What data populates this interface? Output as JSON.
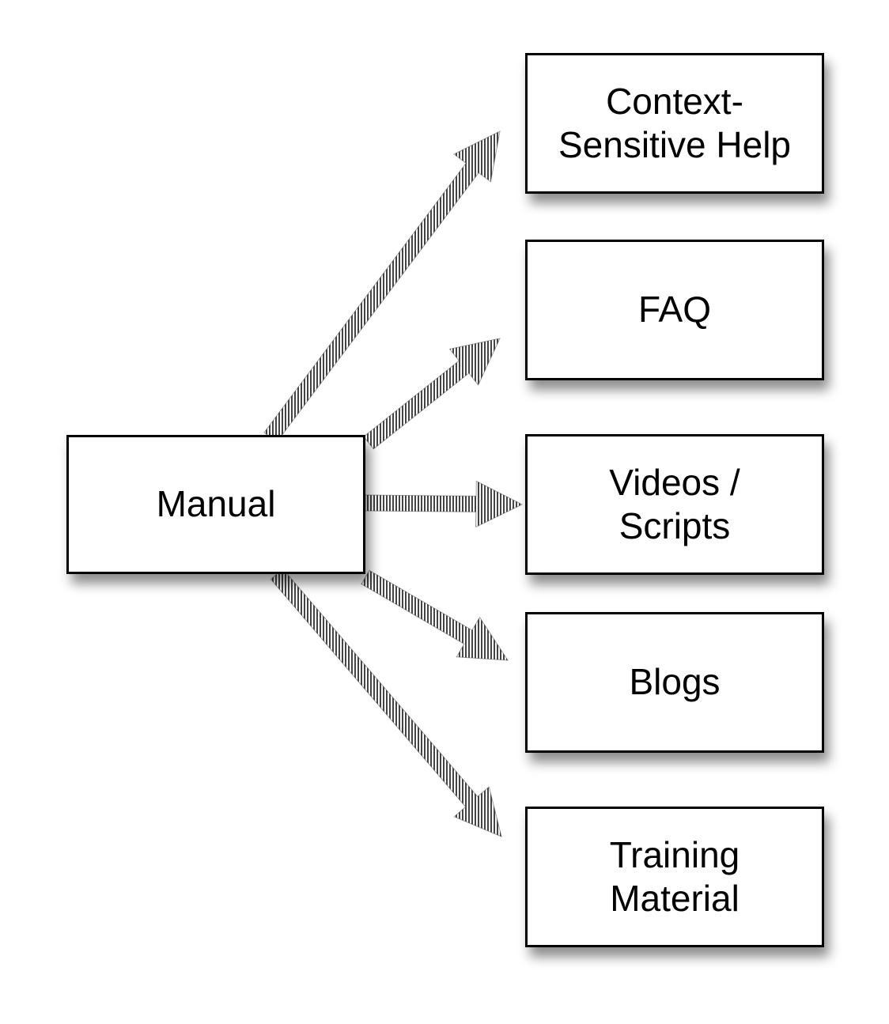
{
  "source": {
    "label": "Manual"
  },
  "targets": [
    {
      "label": "Context-\nSensitive Help"
    },
    {
      "label": "FAQ"
    },
    {
      "label": "Videos /\nScripts"
    },
    {
      "label": "Blogs"
    },
    {
      "label": "Training\nMaterial"
    }
  ],
  "style": {
    "arrow_fill": "#444444",
    "box_border": "#000000",
    "box_background": "#ffffff"
  }
}
